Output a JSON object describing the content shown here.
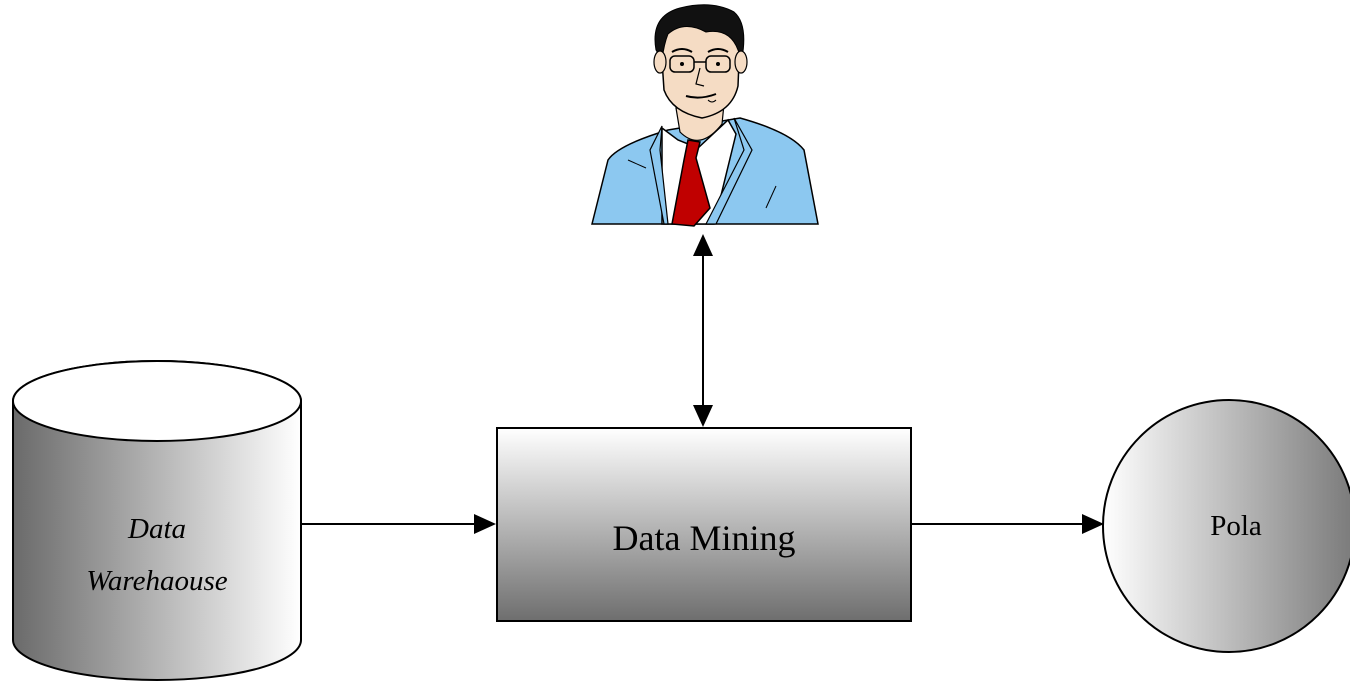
{
  "diagram": {
    "nodes": {
      "data_warehouse": {
        "line1": "Data",
        "line2": "Warehaouse"
      },
      "data_mining": {
        "label": "Data Mining"
      },
      "pola": {
        "label": "Pola"
      },
      "user": {
        "icon": "businessman-icon"
      }
    },
    "edges": [
      {
        "from": "data_warehouse",
        "to": "data_mining",
        "direction": "forward"
      },
      {
        "from": "data_mining",
        "to": "pola",
        "direction": "forward"
      },
      {
        "from": "user",
        "to": "data_mining",
        "direction": "both"
      }
    ],
    "colors": {
      "shape_dark": "#6a6a6a",
      "shape_light": "#ffffff",
      "suit": "#8cc8f0",
      "tie": "#c00000",
      "line": "#000000"
    }
  }
}
